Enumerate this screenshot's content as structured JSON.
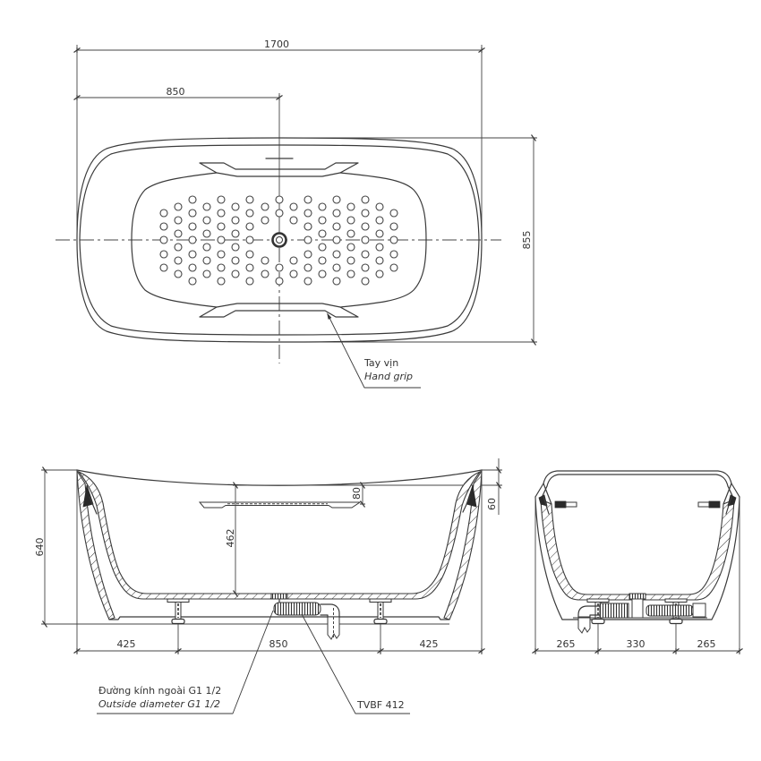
{
  "drawing": {
    "top_view": {
      "dim_overall_length": "1700",
      "dim_drain_offset": "850",
      "dim_width": "855",
      "callout_handgrip": {
        "vi": "Tay vịn",
        "en": "Hand grip"
      }
    },
    "front_view": {
      "dim_height": "640",
      "dim_water_depth": "462",
      "dim_grip_offset": "80",
      "dim_rim_rise": "60",
      "dim_feet": [
        "425",
        "850",
        "425"
      ],
      "callout_outlet": {
        "vi": "Đường kính ngoài G1 1/2",
        "en": "Outside diameter G1 1/2"
      },
      "callout_drain": "TVBF 412"
    },
    "end_view": {
      "dim_feet": [
        "265",
        "330",
        "265"
      ]
    }
  },
  "colors": {
    "line": "#3a3a3a",
    "text": "#333333",
    "background": "#ffffff"
  }
}
